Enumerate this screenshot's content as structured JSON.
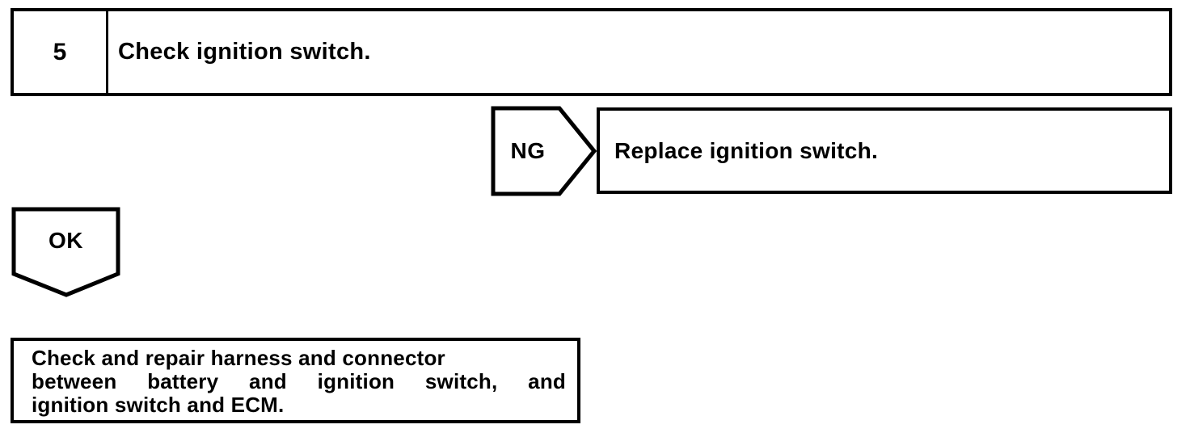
{
  "colors": {
    "ink": "#000000",
    "paper": "#ffffff"
  },
  "flowchart": {
    "step_box": {
      "number": "5",
      "instruction": "Check ignition switch."
    },
    "ng": {
      "label": "NG",
      "action": "Replace ignition switch."
    },
    "ok": {
      "label": "OK"
    },
    "repair_box": {
      "lines": [
        "Check and repair harness and connector",
        "between battery and ignition switch, and",
        "ignition switch and ECM."
      ]
    }
  }
}
